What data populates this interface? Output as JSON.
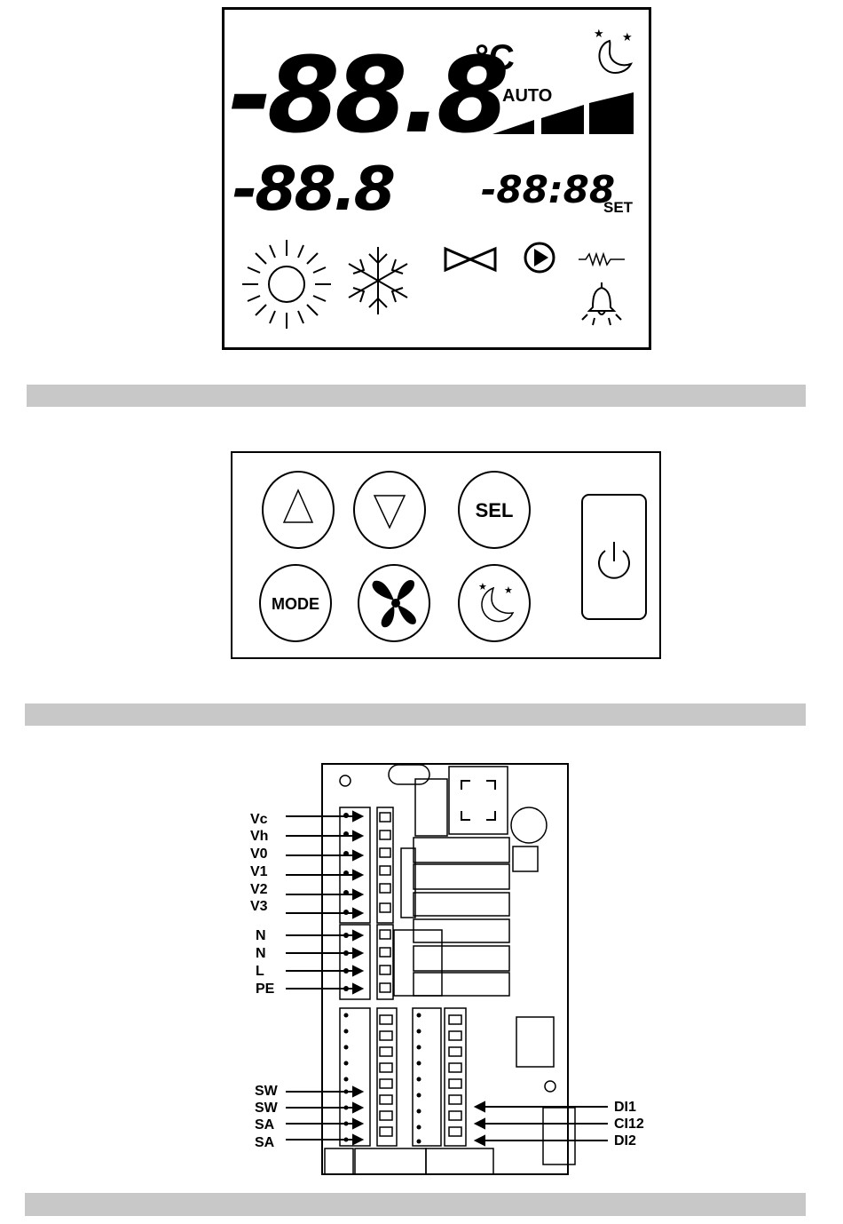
{
  "lcd": {
    "main_digits": "-88.8",
    "unit": "°C",
    "fan_mode": "AUTO",
    "secondary_digits": "-88.8",
    "clock": "-88:88",
    "set_label": "SET"
  },
  "keypad": {
    "sel_label": "SEL",
    "mode_label": "MODE"
  },
  "wiring": {
    "left_terminals_top": [
      "Vc",
      "Vh",
      "V0",
      "V1",
      "V2",
      "V3"
    ],
    "left_terminals_power": [
      "N",
      "N",
      "L",
      "PE"
    ],
    "left_terminals_bottom": [
      "SW",
      "SW",
      "SA",
      "SA"
    ],
    "right_terminals": [
      "DI1",
      "CI12",
      "DI2"
    ]
  }
}
